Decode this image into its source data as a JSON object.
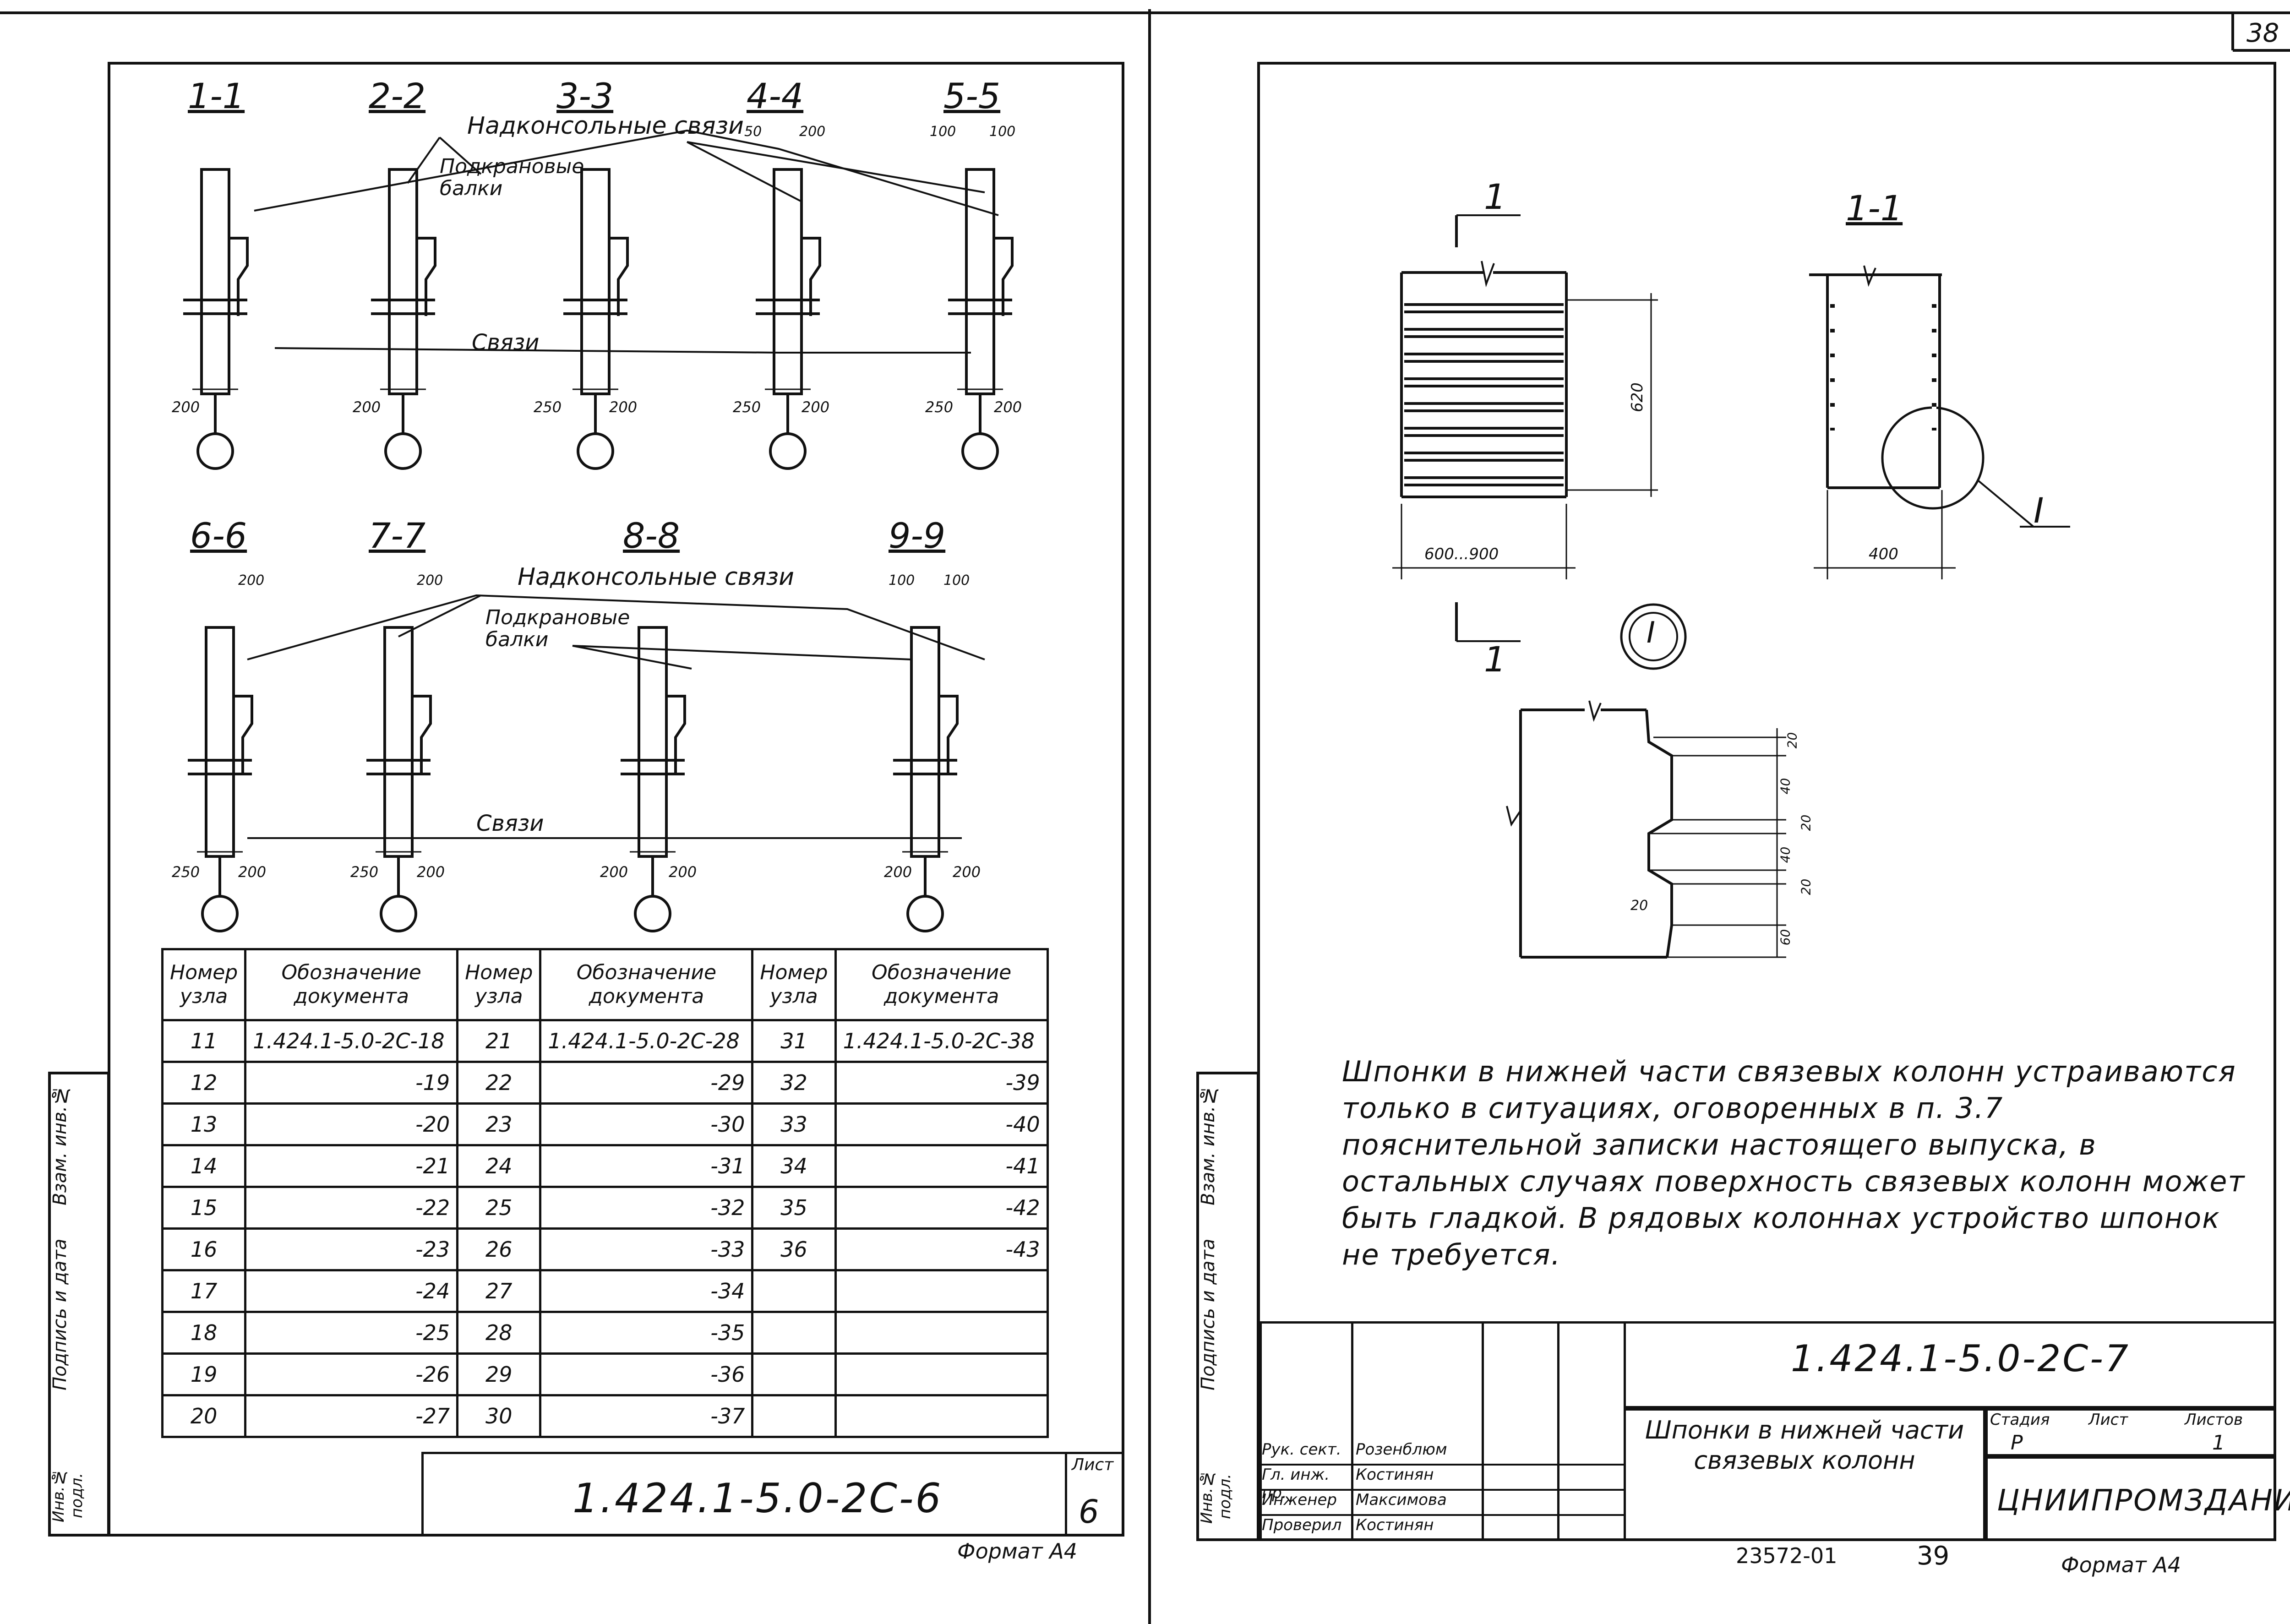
{
  "sheet_number": "38",
  "left_sheet": {
    "section_labels_row1": [
      "1-1",
      "2-2",
      "3-3",
      "4-4",
      "5-5"
    ],
    "section_labels_row2": [
      "6-6",
      "7-7",
      "8-8",
      "9-9"
    ],
    "label_nadkonsolnye_1": "Надконсольные связи",
    "label_podkranovye_1": "Подкрановые балки",
    "label_svyazi_1": "Связи",
    "label_nadkonsolnye_2": "Надконсольные связи",
    "label_podkranovye_2": "Подкрановые балки",
    "label_svyazi_2": "Связи",
    "dims_row1_top": [
      "50",
      "200",
      "100",
      "100"
    ],
    "dims_row1_bottom": [
      "200",
      "200",
      "250",
      "200",
      "250",
      "200",
      "250",
      "200"
    ],
    "dims_row2_top": [
      "200",
      "200",
      "100",
      "100"
    ],
    "dims_row2_bottom": [
      "250",
      "200",
      "250",
      "200",
      "200",
      "200",
      "200",
      "200"
    ],
    "table": {
      "headers": [
        "Номер узла",
        "Обозначение документа",
        "Номер узла",
        "Обозначение документа",
        "Номер узла",
        "Обозначение документа"
      ],
      "rows": [
        [
          "11",
          "1.424.1-5.0-2С-18",
          "21",
          "1.424.1-5.0-2С-28",
          "31",
          "1.424.1-5.0-2С-38"
        ],
        [
          "12",
          "-19",
          "22",
          "-29",
          "32",
          "-39"
        ],
        [
          "13",
          "-20",
          "23",
          "-30",
          "33",
          "-40"
        ],
        [
          "14",
          "-21",
          "24",
          "-31",
          "34",
          "-41"
        ],
        [
          "15",
          "-22",
          "25",
          "-32",
          "35",
          "-42"
        ],
        [
          "16",
          "-23",
          "26",
          "-33",
          "36",
          "-43"
        ],
        [
          "17",
          "-24",
          "27",
          "-34",
          "",
          ""
        ],
        [
          "18",
          "-25",
          "28",
          "-35",
          "",
          ""
        ],
        [
          "19",
          "-26",
          "29",
          "-36",
          "",
          ""
        ],
        [
          "20",
          "-27",
          "30",
          "-37",
          "",
          ""
        ]
      ]
    },
    "doc_code": "1.424.1-5.0-2С-6",
    "sheet_label": "Лист",
    "sheet_value": "6",
    "format": "Формат А4",
    "side_stamp": [
      "Инв.№ подл.",
      "Подпись и дата",
      "Взам. инв.№"
    ]
  },
  "right_sheet": {
    "section_mark": "1",
    "section_title": "1-1",
    "dim_620": "620",
    "dim_600_900": "600...900",
    "dim_400": "400",
    "callout": "I",
    "detail_dims": [
      "20",
      "40",
      "20",
      "40",
      "20",
      "20",
      "60"
    ],
    "note": "Шпонки в нижней части связевых колонн устраиваются только в ситуациях, оговоренных в п. 3.7 пояснительной записки настоящего выпуска, в остальных случаях поверхность связевых колонн может быть гладкой. В рядовых колоннах устройство шпонок не требуется.",
    "doc_code": "1.424.1-5.0-2С-7",
    "title": "Шпонки в нижней части связевых колонн",
    "stage_label": "Стадия",
    "sheet_label": "Лист",
    "sheets_label": "Листов",
    "stage_value": "Р",
    "sheets_value": "1",
    "org": "ЦНИИПРОМЗДАНИЙ",
    "signers": [
      {
        "role": "Рук. сект.",
        "name": "Розенблюм"
      },
      {
        "role": "Гл. инж. пр.",
        "name": "Костинян"
      },
      {
        "role": "Инженер",
        "name": "Максимова"
      },
      {
        "role": "Проверил",
        "name": "Костинян"
      }
    ],
    "inventory": "23572-01",
    "page": "39",
    "format": "Формат А4",
    "side_stamp": [
      "Инв.№ подл.",
      "Подпись и дата",
      "Взам. инв.№"
    ]
  }
}
